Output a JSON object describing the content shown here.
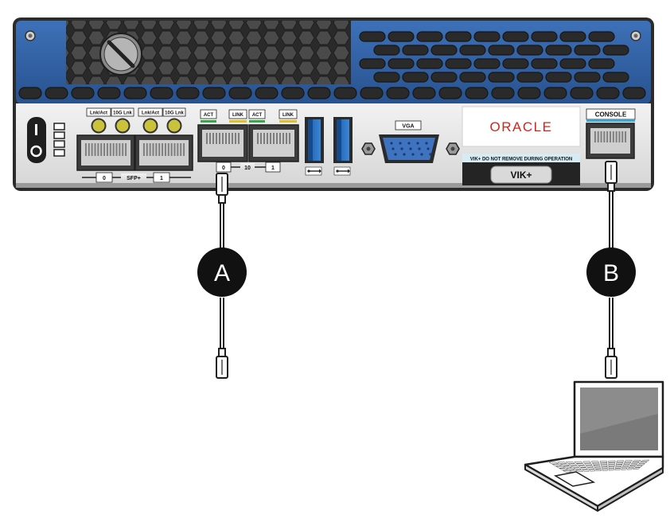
{
  "chassis": {
    "colors": {
      "top_panel": "#2f5fa5",
      "face_panel": "#e6e6e6",
      "frame": "#2b2b2b",
      "vent": "#3a3a3a"
    }
  },
  "sfp_ports": {
    "led_labels": [
      "Lnk/Act",
      "10G Lnk",
      "Lnk/Act",
      "10G Lnk"
    ],
    "port_numbers": [
      "0",
      "1"
    ],
    "group_label": "SFP+"
  },
  "net_ports": {
    "left": {
      "act_label": "ACT",
      "link_label": "LINK",
      "number": "0"
    },
    "right": {
      "act_label": "ACT",
      "link_label": "LINK",
      "number": "1"
    },
    "group_label": "10"
  },
  "vga_port": {
    "label": "VGA"
  },
  "oracle_badge": {
    "logo_text": "ORACLE",
    "brand_color": "#d0261b"
  },
  "vik_module": {
    "warning": "VIK+ DO NOT REMOVE DURING OPERATION",
    "button_label": "VIK+"
  },
  "console_port": {
    "label": "CONSOLE"
  },
  "callouts": {
    "a": "A",
    "b": "B"
  }
}
